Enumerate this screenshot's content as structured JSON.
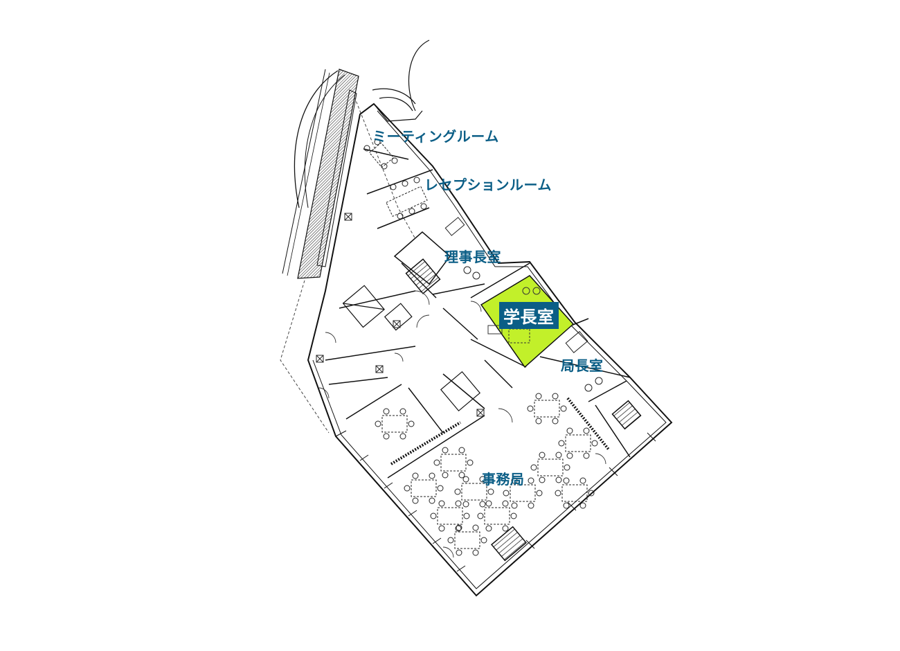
{
  "floor_plan": {
    "highlight_color": "#c2f02a",
    "label_color": "#0b5e86",
    "rooms": {
      "meeting_room": "ミーティングルーム",
      "reception_room": "レセプションルーム",
      "chairman_office": "理事長室",
      "president_office": "学長室",
      "director_office": "局長室",
      "secretariat": "事務局"
    },
    "highlighted_room": "学長室"
  }
}
